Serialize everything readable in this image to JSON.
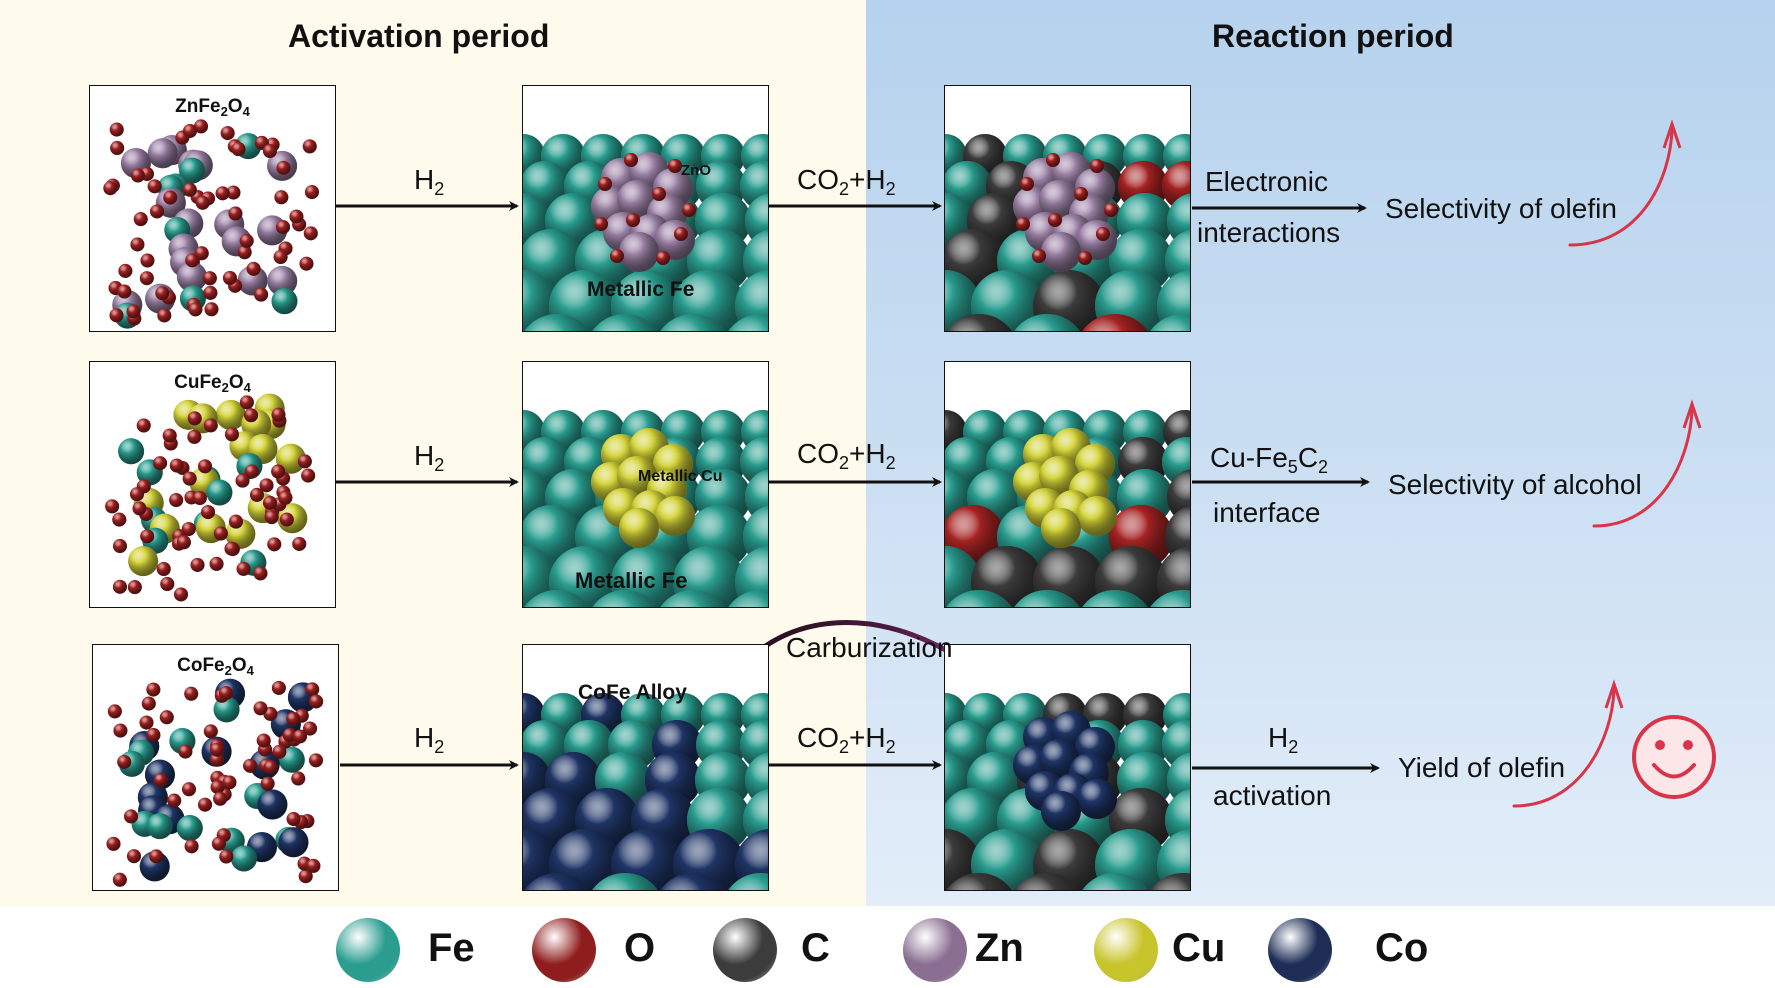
{
  "headers": {
    "activation": "Activation period",
    "reaction": "Reaction period"
  },
  "rows": [
    {
      "precursor": {
        "base": "ZnFe",
        "sub1": "2",
        "mid": "O",
        "sub2": "4"
      },
      "activation_reagent": {
        "text": "H",
        "sub": "2"
      },
      "activated_labels": {
        "top": "ZnO",
        "bottom": "Metallic Fe"
      },
      "reaction_reagent": {
        "text": "CO",
        "sub": "2",
        "rest": "+H",
        "sub2": "2"
      },
      "mechanism": {
        "line1": "Electronic",
        "line2": "interactions"
      },
      "effect": "Selectivity of olefin"
    },
    {
      "precursor": {
        "base": "CuFe",
        "sub1": "2",
        "mid": "O",
        "sub2": "4"
      },
      "activation_reagent": {
        "text": "H",
        "sub": "2"
      },
      "activated_labels": {
        "top": "Metallic Cu",
        "bottom": "Metallic Fe"
      },
      "reaction_reagent": {
        "text": "CO",
        "sub": "2",
        "rest": "+H",
        "sub2": "2"
      },
      "mechanism": {
        "line1a": "Cu-Fe",
        "line1sub1": "5",
        "line1b": "C",
        "line1sub2": "2",
        "line2": "interface"
      },
      "effect": "Selectivity of alcohol"
    },
    {
      "precursor": {
        "base": "CoFe",
        "sub1": "2",
        "mid": "O",
        "sub2": "4"
      },
      "activation_reagent": {
        "text": "H",
        "sub": "2"
      },
      "activated_labels": {
        "top": "CoFe Alloy"
      },
      "reaction_reagent": {
        "text": "CO",
        "sub": "2",
        "rest": "+H",
        "sub2": "2"
      },
      "mechanism": {
        "line1": "H",
        "line1sub": "2",
        "line2": "activation"
      },
      "effect": "Yield of olefin",
      "extra_label": "Carburization"
    }
  ],
  "legend": [
    {
      "label": "Fe",
      "color": "#2a9d8f"
    },
    {
      "label": "O",
      "color": "#8f1d1d"
    },
    {
      "label": "C",
      "color": "#3c3c3c"
    },
    {
      "label": "Zn",
      "color": "#8a6f92"
    },
    {
      "label": "Cu",
      "color": "#c8c42c"
    },
    {
      "label": "Co",
      "color": "#1d2d55"
    }
  ],
  "colors": {
    "fe": "#2a9d8f",
    "o": "#a52323",
    "c": "#3c3c3c",
    "zn": "#9c82a6",
    "cu": "#d2d23a",
    "co": "#1f3566",
    "trend_arrow": "#d9344a",
    "curved_arrow": "#4a1a3c"
  },
  "icons": {
    "smiley": "smiley-face-icon",
    "trend": "upward-curved-arrow-icon"
  }
}
